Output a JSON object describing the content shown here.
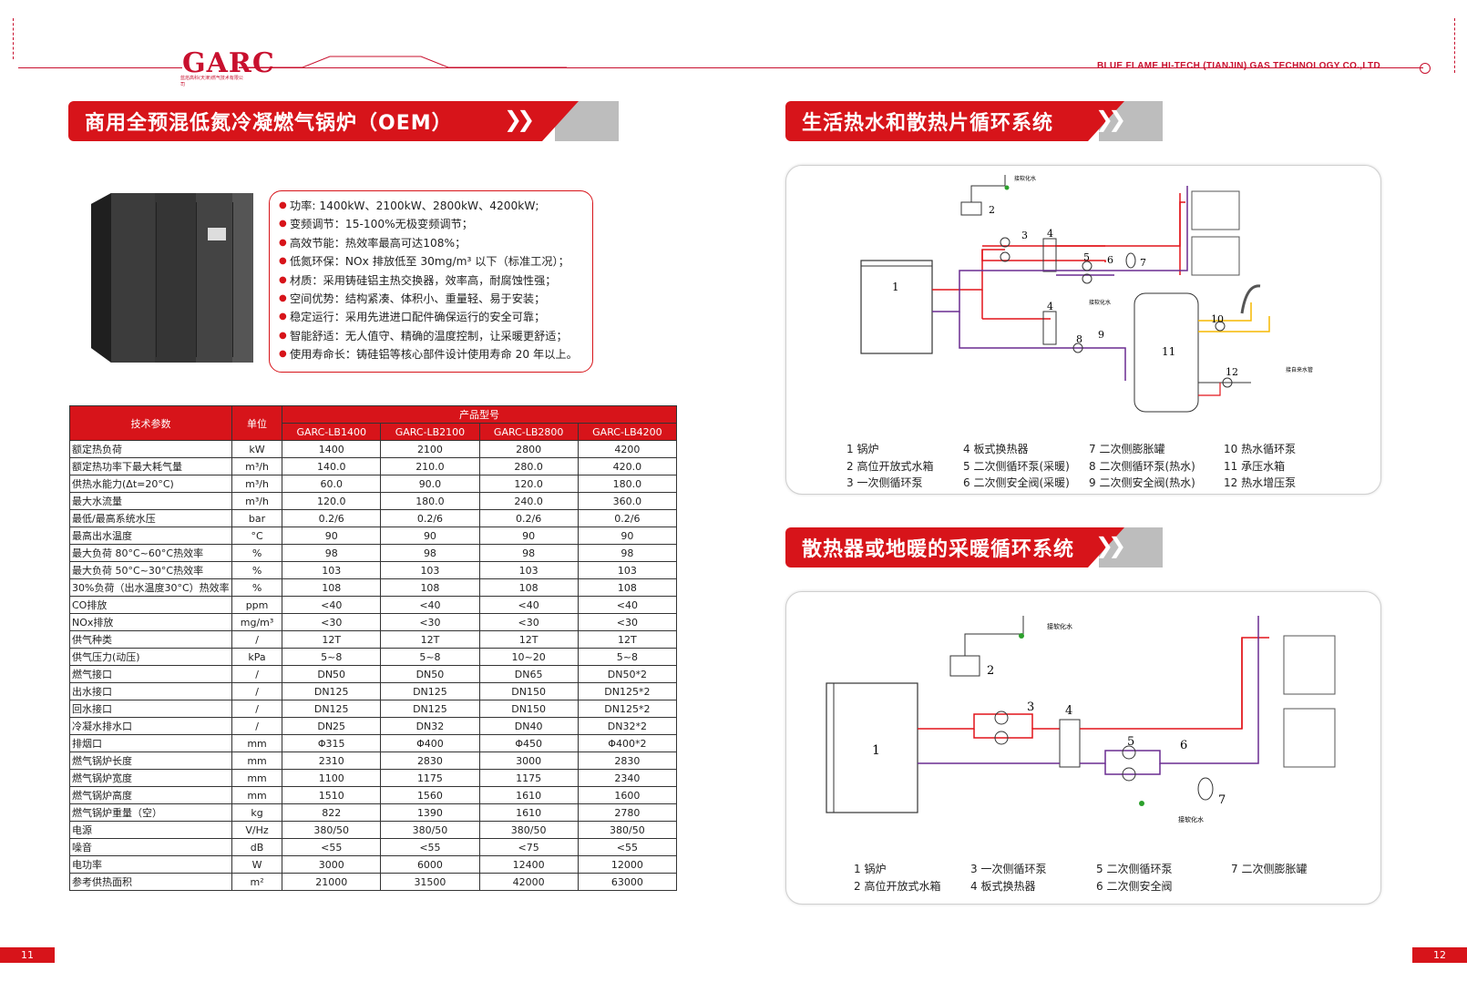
{
  "header": {
    "logo": "GARC",
    "logo_sub": "蓝焰高科(天津)燃气技术有限公司",
    "company": "BLUE FLAME HI-TECH (TIANJIN) GAS TECHNOLOGY CO.,LTD",
    "brand_color": "#d7141a"
  },
  "left": {
    "title": "商用全预混低氮冷凝燃气锅炉（OEM）",
    "features": [
      "功率: 1400kW、2100kW、2800kW、4200kW;",
      "变频调节：15-100%无极变频调节；",
      "高效节能：热效率最高可达108%；",
      "低氮环保：NOx 排放低至 30mg/m³ 以下（标准工况）；",
      "材质：采用铸硅铝主热交换器，效率高，耐腐蚀性强；",
      "空间优势：结构紧凑、体积小、重量轻、易于安装；",
      "稳定运行：采用先进进口配件确保运行的安全可靠；",
      "智能舒适：无人值守、精确的温度控制，让采暖更舒适；",
      "使用寿命长：铸硅铝等核心部件设计使用寿命 20 年以上。"
    ],
    "table": {
      "h_param": "技术参数",
      "h_unit": "单位",
      "h_model": "产品型号",
      "models": [
        "GARC-LB1400",
        "GARC-LB2100",
        "GARC-LB2800",
        "GARC-LB4200"
      ],
      "rows": [
        [
          "额定热负荷",
          "kW",
          "1400",
          "2100",
          "2800",
          "4200"
        ],
        [
          "额定热功率下最大耗气量",
          "m³/h",
          "140.0",
          "210.0",
          "280.0",
          "420.0"
        ],
        [
          "供热水能力(Δt=20°C)",
          "m³/h",
          "60.0",
          "90.0",
          "120.0",
          "180.0"
        ],
        [
          "最大水流量",
          "m³/h",
          "120.0",
          "180.0",
          "240.0",
          "360.0"
        ],
        [
          "最低/最高系统水压",
          "bar",
          "0.2/6",
          "0.2/6",
          "0.2/6",
          "0.2/6"
        ],
        [
          "最高出水温度",
          "°C",
          "90",
          "90",
          "90",
          "90"
        ],
        [
          "最大负荷 80°C~60°C热效率",
          "%",
          "98",
          "98",
          "98",
          "98"
        ],
        [
          "最大负荷 50°C~30°C热效率",
          "%",
          "103",
          "103",
          "103",
          "103"
        ],
        [
          "30%负荷（出水温度30°C）热效率",
          "%",
          "108",
          "108",
          "108",
          "108"
        ],
        [
          "CO排放",
          "ppm",
          "<40",
          "<40",
          "<40",
          "<40"
        ],
        [
          "NOx排放",
          "mg/m³",
          "<30",
          "<30",
          "<30",
          "<30"
        ],
        [
          "供气种类",
          "/",
          "12T",
          "12T",
          "12T",
          "12T"
        ],
        [
          "供气压力(动压)",
          "kPa",
          "5~8",
          "5~8",
          "10~20",
          "5~8"
        ],
        [
          "燃气接口",
          "/",
          "DN50",
          "DN50",
          "DN65",
          "DN50*2"
        ],
        [
          "出水接口",
          "/",
          "DN125",
          "DN125",
          "DN150",
          "DN125*2"
        ],
        [
          "回水接口",
          "/",
          "DN125",
          "DN125",
          "DN150",
          "DN125*2"
        ],
        [
          "冷凝水排水口",
          "/",
          "DN25",
          "DN32",
          "DN40",
          "DN32*2"
        ],
        [
          "排烟口",
          "mm",
          "Φ315",
          "Φ400",
          "Φ450",
          "Φ400*2"
        ],
        [
          "燃气锅炉长度",
          "mm",
          "2310",
          "2830",
          "3000",
          "2830"
        ],
        [
          "燃气锅炉宽度",
          "mm",
          "1100",
          "1175",
          "1175",
          "2340"
        ],
        [
          "燃气锅炉高度",
          "mm",
          "1510",
          "1560",
          "1610",
          "1600"
        ],
        [
          "燃气锅炉重量（空）",
          "kg",
          "822",
          "1390",
          "1610",
          "2780"
        ],
        [
          "电源",
          "V/Hz",
          "380/50",
          "380/50",
          "380/50",
          "380/50"
        ],
        [
          "噪音",
          "dB",
          "<55",
          "<55",
          "<75",
          "<55"
        ],
        [
          "电功率",
          "W",
          "3000",
          "6000",
          "12400",
          "12000"
        ],
        [
          "参考供热面积",
          "m²",
          "21000",
          "31500",
          "42000",
          "63000"
        ]
      ]
    },
    "page_number": "11"
  },
  "right": {
    "title1": "生活热水和散热片循环系统",
    "title2": "散热器或地暖的采暖循环系统",
    "d1_labels": {
      "soft_water": "接软化水",
      "soft_water2": "接软化水",
      "tap_water": "接自来水管",
      "n1": "1",
      "n2": "2",
      "n3": "3",
      "n4a": "4",
      "n4b": "4",
      "n5": "5",
      "n6": "6",
      "n7": "7",
      "n8": "8",
      "n9": "9",
      "n10": "10",
      "n11": "11",
      "n12": "12"
    },
    "legend1": [
      [
        "1 锅炉",
        "2 高位开放式水箱",
        "3 一次侧循环泵"
      ],
      [
        "4 板式换热器",
        "5 二次侧循环泵(采暖)",
        "6 二次侧安全阀(采暖)"
      ],
      [
        "7 二次侧膨胀罐",
        "8 二次侧循环泵(热水)",
        "9 二次侧安全阀(热水)"
      ],
      [
        "10 热水循环泵",
        "11 承压水箱",
        "12 热水增压泵"
      ]
    ],
    "d2_labels": {
      "soft_water": "接软化水",
      "soft_water2": "接软化水",
      "n1": "1",
      "n2": "2",
      "n3": "3",
      "n4": "4",
      "n5": "5",
      "n6": "6",
      "n7": "7"
    },
    "legend2": [
      [
        "1 锅炉",
        "2 高位开放式水箱"
      ],
      [
        "3 一次侧循环泵",
        "4 板式换热器"
      ],
      [
        "5 二次侧循环泵",
        "6 二次侧安全阀"
      ],
      [
        "7 二次侧膨胀罐"
      ]
    ],
    "page_number": "12"
  }
}
